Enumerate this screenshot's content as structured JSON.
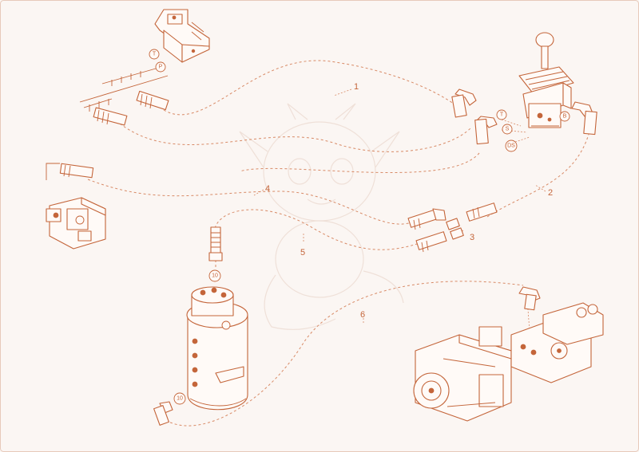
{
  "diagram": {
    "hose_callouts": [
      "1",
      "2",
      "3",
      "4",
      "5",
      "6"
    ],
    "port_labels": {
      "bracket_t": "T",
      "bracket_p": "P",
      "joystick_t": "T",
      "joystick_s": "S",
      "joystick_ds": "DS",
      "joystick_b": "B",
      "tank_top": "10",
      "tank_bottom": "10"
    }
  },
  "colors": {
    "line": "#c4653a",
    "hose": "#d88a66",
    "background": "#fbf6f3",
    "watermark": "#efe0d8"
  }
}
